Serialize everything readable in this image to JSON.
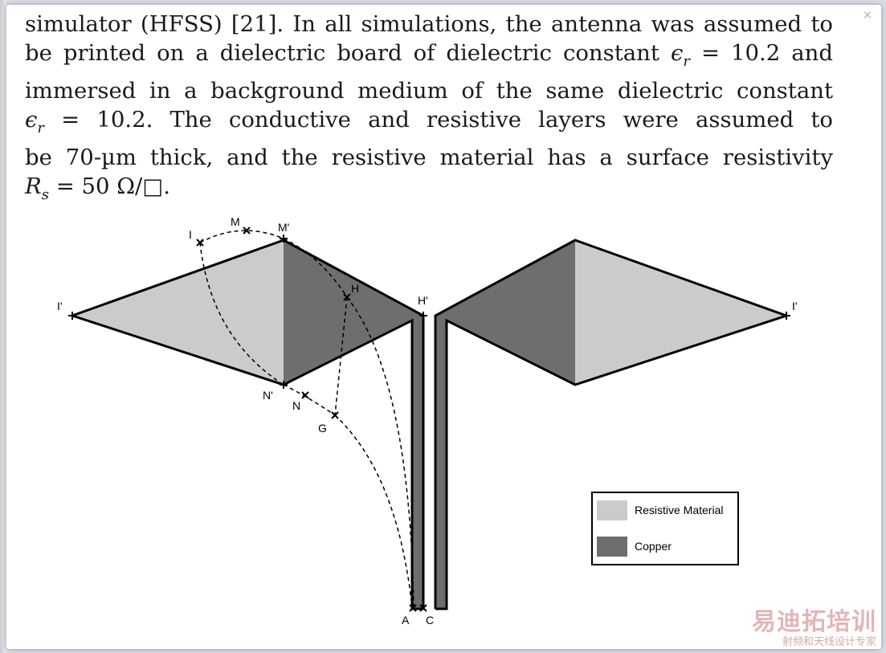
{
  "paper": {
    "lines": [
      [
        "simulator (HFSS) [21]. In all simulations, the antenna was assumed to"
      ],
      [
        "be printed on a dielectric board of dielectric constant "
      ],
      [
        "immersed in a background medium of the same dielectric constant"
      ],
      [
        ""
      ],
      [
        "be 70-µm thick, and the resistive material has a surface resistivity"
      ]
    ],
    "line1": "simulator (HFSS) [21]. In all simulations, the antenna was assumed to",
    "line2a": "be printed on a dielectric board of dielectric constant",
    "line2_eps": "ϵ",
    "line2_sub": "r",
    "line2b": "= 10.2 and",
    "line3": "immersed in a background medium of the same dielectric constant",
    "line4_eps": "ϵ",
    "line4_sub": "r",
    "line4b": "= 10.2.  The conductive and resistive layers were assumed to",
    "line5": "be 70-µm thick, and the resistive material has a surface resistivity",
    "line6_R": "R",
    "line6_sub": "s",
    "line6b": "= 50 Ω/□."
  },
  "figure": {
    "labels": {
      "I": "I",
      "M": "M",
      "M_prime": "M'",
      "H": "H",
      "H_prime": "H'",
      "I_prime_left": "I'",
      "I_prime_right": "I'",
      "N_prime": "N'",
      "N": "N",
      "G": "G",
      "A": "A",
      "C": "C"
    },
    "colors": {
      "resistive": "#cbcbcb",
      "copper": "#6e6e6e",
      "outline": "#000000"
    },
    "legend": {
      "resistive_label": "Resistive Material",
      "copper_label": "Copper"
    }
  },
  "watermark": {
    "main": "易迪拓培训",
    "sub": "射频和天线设计专家"
  },
  "close_icon": "close-icon"
}
